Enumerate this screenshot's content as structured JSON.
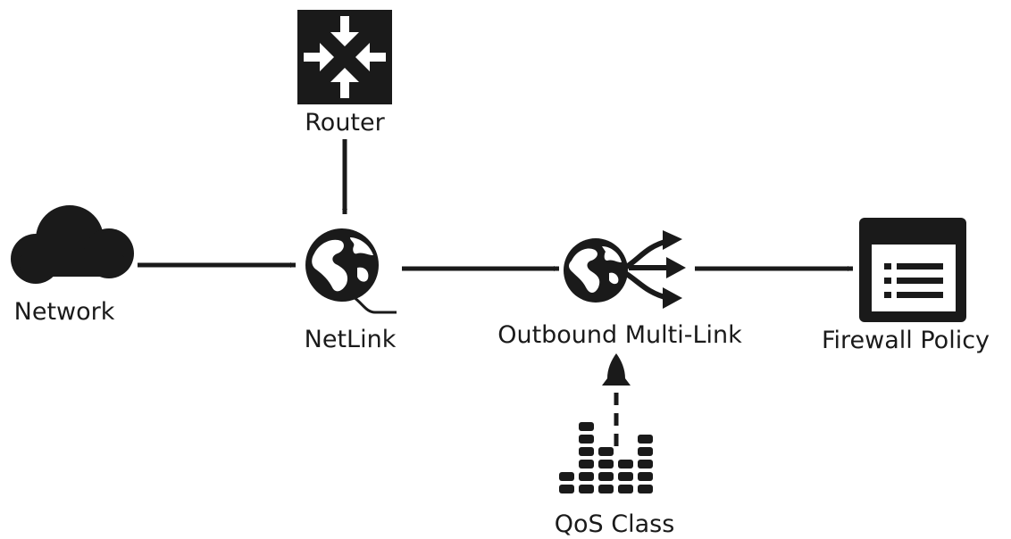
{
  "nodes": {
    "router": {
      "label": "Router",
      "icon": "router-icon"
    },
    "network": {
      "label": "Network",
      "icon": "cloud-icon"
    },
    "netlink": {
      "label": "NetLink",
      "icon": "globe-icon"
    },
    "multilink": {
      "label": "Outbound Multi-Link",
      "icon": "globe-multi-link-icon"
    },
    "qos": {
      "label": "QoS Class",
      "icon": "equalizer-icon"
    },
    "policy": {
      "label": "Firewall Policy",
      "icon": "policy-list-icon"
    }
  },
  "colors": {
    "ink": "#1a1a1a",
    "background": "#ffffff"
  }
}
